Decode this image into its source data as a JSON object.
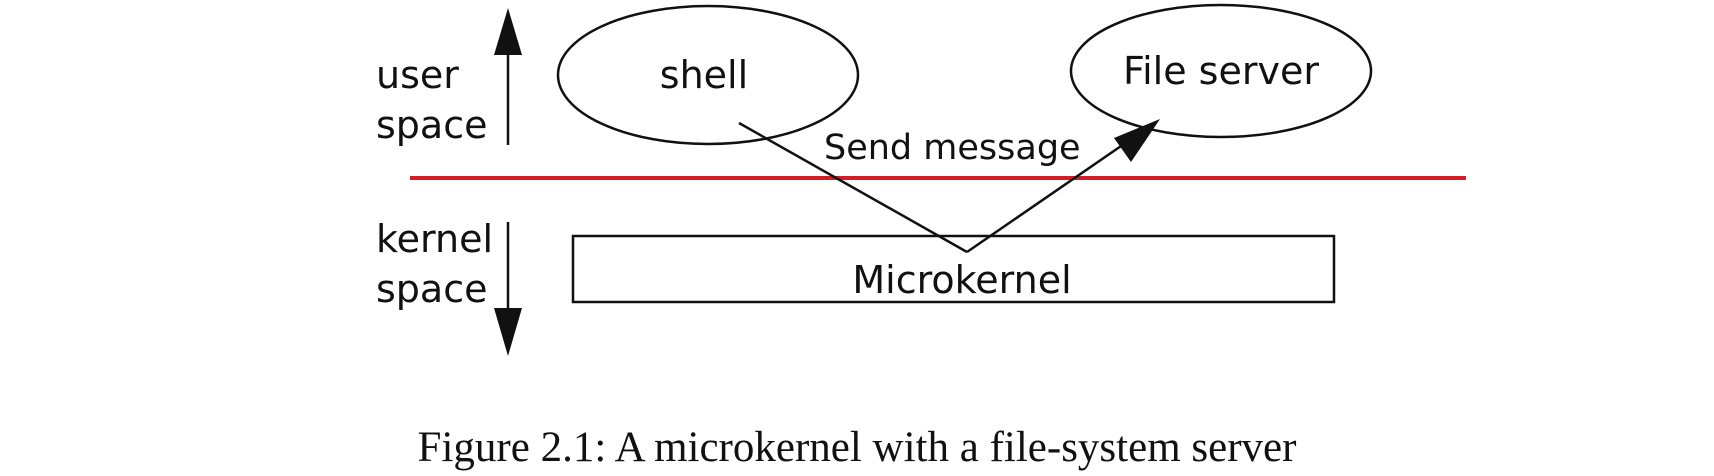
{
  "user_space_label": [
    "user",
    "space"
  ],
  "kernel_space_label": [
    "kernel",
    "space"
  ],
  "nodes": {
    "shell": "shell",
    "file_server": "File server",
    "microkernel": "Microkernel"
  },
  "edge_label": "Send message",
  "caption": "Figure 2.1: A microkernel with a file-system server",
  "colors": {
    "boundary_line": "#d21f26",
    "stroke": "#111111",
    "background": "#ffffff"
  }
}
